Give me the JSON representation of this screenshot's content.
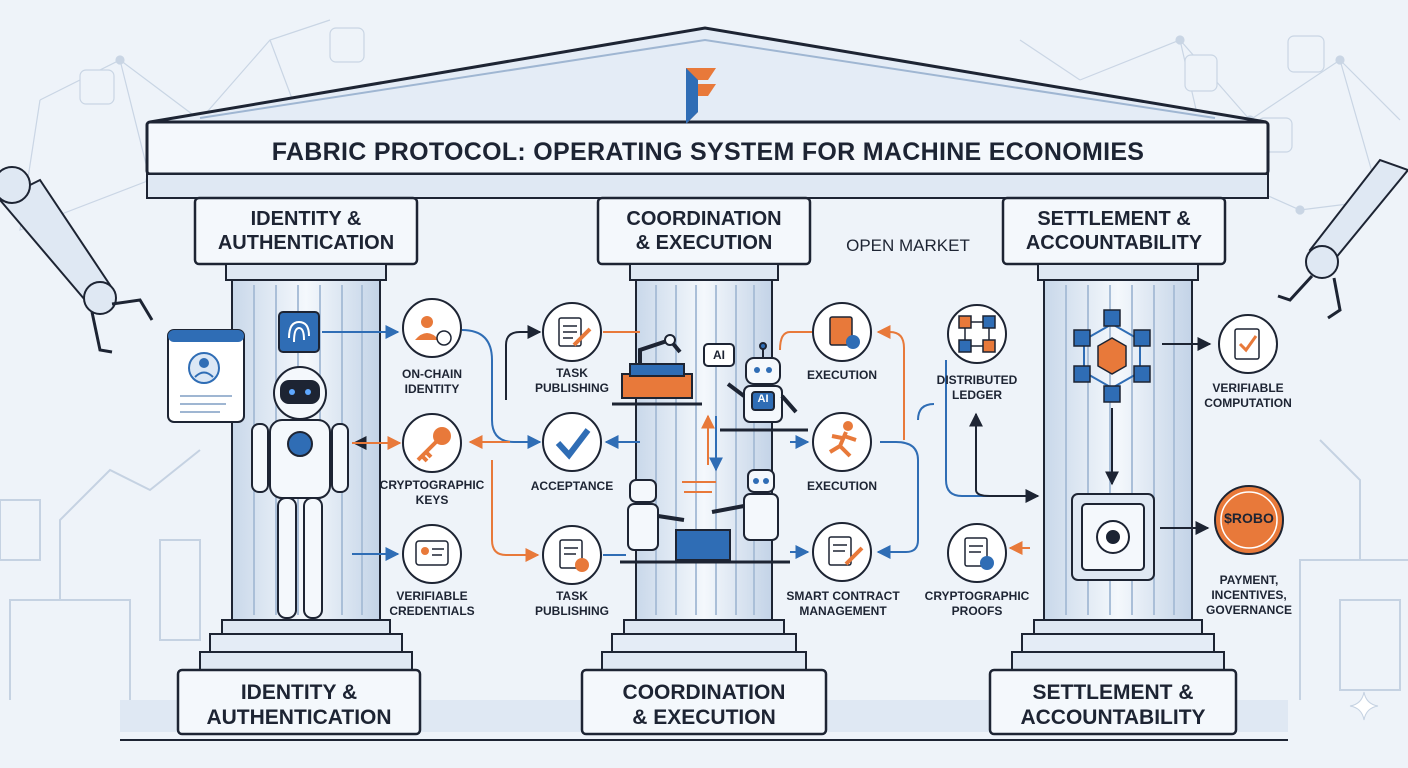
{
  "title": "FABRIC PROTOCOL: OPERATING SYSTEM FOR MACHINE ECONOMIES",
  "market_label": "OPEN MARKET",
  "pillars": [
    {
      "header": [
        "IDENTITY &",
        "AUTHENTICATION"
      ],
      "footer": [
        "IDENTITY &",
        "AUTHENTICATION"
      ]
    },
    {
      "header": [
        "COORDINATION",
        "& EXECUTION"
      ],
      "footer": [
        "COORDINATION",
        "& EXECUTION"
      ]
    },
    {
      "header": [
        "SETTLEMENT &",
        "ACCOUNTABILITY"
      ],
      "footer": [
        "SETTLEMENT &",
        "ACCOUNTABILITY"
      ]
    }
  ],
  "identity_nodes": [
    {
      "label": [
        "ON-CHAIN",
        "IDENTITY"
      ],
      "icon": "user-coin-icon"
    },
    {
      "label": [
        "CRYPTOGRAPHIC",
        "KEYS"
      ],
      "icon": "key-icon"
    },
    {
      "label": [
        "VERIFIABLE",
        "CREDENTIALS"
      ],
      "icon": "id-card-icon"
    }
  ],
  "coordination_nodes": [
    {
      "label": [
        "TASK",
        "PUBLISHING"
      ],
      "icon": "document-pen-icon"
    },
    {
      "label": [
        "ACCEPTANCE"
      ],
      "icon": "checkmark-icon"
    },
    {
      "label": [
        "TASK",
        "PUBLISHING"
      ],
      "icon": "document-check-icon"
    },
    {
      "label": [
        "EXECUTION"
      ],
      "icon": "clipboard-check-icon"
    },
    {
      "label": [
        "EXECUTION"
      ],
      "icon": "running-person-icon"
    },
    {
      "label": [
        "SMART CONTRACT",
        "MANAGEMENT"
      ],
      "icon": "contract-pen-icon"
    }
  ],
  "settlement_nodes": [
    {
      "label": [
        "DISTRIBUTED",
        "LEDGER"
      ],
      "icon": "network-nodes-icon"
    },
    {
      "label": [
        "CRYPTOGRAPHIC",
        "PROOFS"
      ],
      "icon": "document-check-icon"
    },
    {
      "label": [
        "VERIFIABLE",
        "COMPUTATION"
      ],
      "icon": "document-check-icon"
    },
    {
      "label": [
        "PAYMENT,",
        "INCENTIVES,",
        "GOVERNANCE"
      ],
      "icon": "robo-coin-icon"
    }
  ],
  "token": "$ROBO",
  "ai_tag": "AI",
  "colors": {
    "blue": "#2f6db5",
    "orange": "#e8793a",
    "ink": "#1d2433",
    "stone": "#dfe8f3"
  }
}
